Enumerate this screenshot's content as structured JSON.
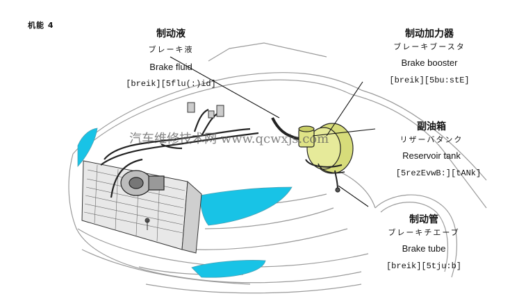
{
  "corner_label": "机能 4",
  "watermark": "汽车维修技术网 www.qcwxjs.com",
  "labels": {
    "brake_fluid": {
      "zh": "制动液",
      "jp": "ブレーキ液",
      "en": "Brake fluid",
      "phonetic": "[breik][5flu(:)id]"
    },
    "brake_booster": {
      "zh": "制动加力器",
      "jp": "ブレーキブースタ",
      "en": "Brake booster",
      "phonetic": "[breik][5bu:stE]"
    },
    "reservoir_tank": {
      "zh": "副油箱",
      "jp": "リザーバタンク",
      "en": "Reservoir tank",
      "phonetic": "[5rezEvwB:][tANk]"
    },
    "brake_tube": {
      "zh": "制动管",
      "jp": "ブレーキチエーブ",
      "en": "Brake tube",
      "phonetic": "[breik][5tju:b]"
    }
  },
  "colors": {
    "highlight": "#18c3e6",
    "line": "#9a9a9a",
    "part_fill": "#d7dc7a"
  }
}
